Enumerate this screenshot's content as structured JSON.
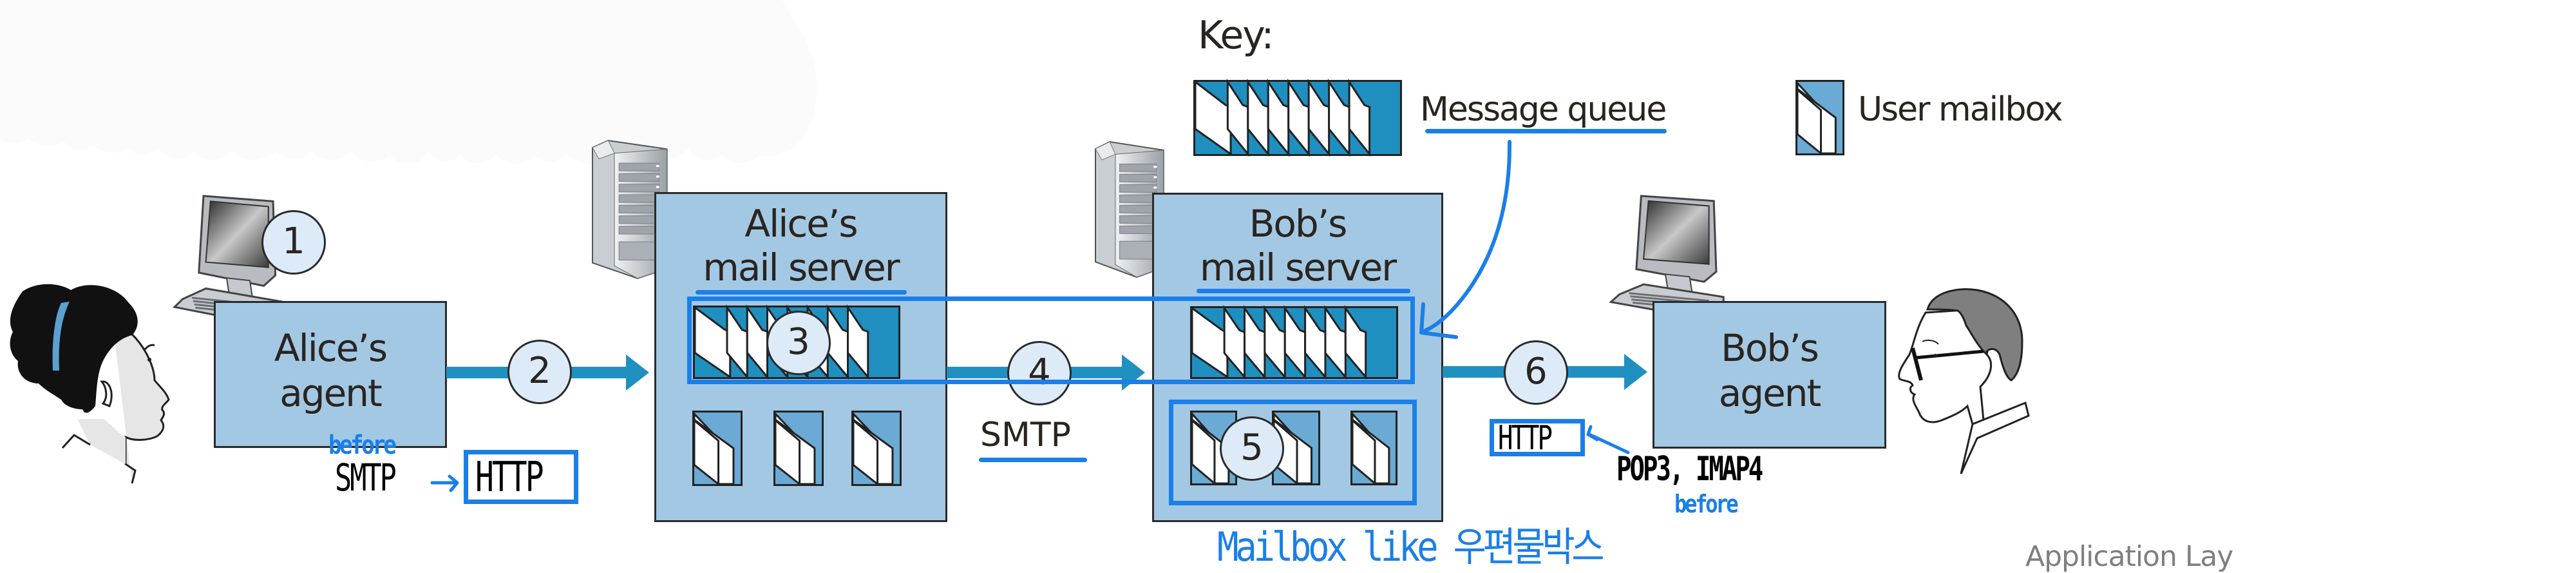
{
  "key": {
    "title": "Key:",
    "message_queue_label": "Message queue",
    "user_mailbox_label": "User mailbox"
  },
  "nodes": {
    "alice_agent": [
      "Alice’s",
      "agent"
    ],
    "alice_server": [
      "Alice’s",
      "mail server"
    ],
    "bob_server": [
      "Bob’s",
      "mail server"
    ],
    "bob_agent": [
      "Bob’s",
      "agent"
    ]
  },
  "steps": [
    "1",
    "2",
    "3",
    "4",
    "5",
    "6"
  ],
  "protocol_label": "SMTP",
  "annotations": {
    "alice_before": "before",
    "alice_old_protocol": "SMTP",
    "alice_new_protocol": "HTTP",
    "bob_http": "HTTP",
    "bob_old_protocols": "POP3, IMAP4",
    "bob_before": "before",
    "mailbox_note": "Mailbox like 우편물박스"
  },
  "colors": {
    "box_fill": "#a3c8e3",
    "queue_teal": "#1f8fbf",
    "mailbox_blue": "#6aaad4",
    "step_circle_fill": "#dcebf7",
    "annotation_blue": "#1a7fe8",
    "arrow": "#2090c0"
  },
  "footer": "Application Lay"
}
